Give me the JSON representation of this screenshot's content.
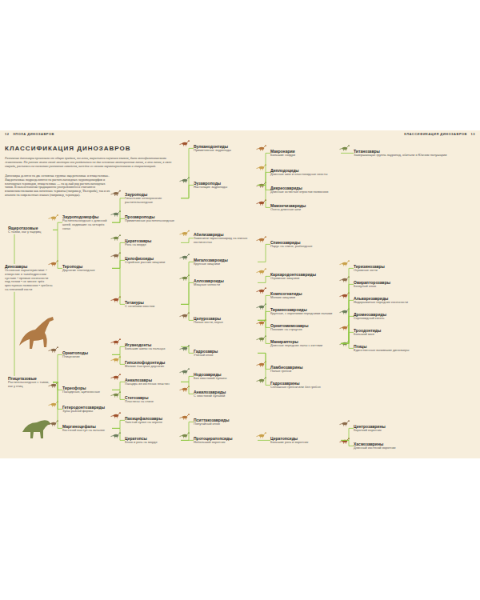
{
  "diagram": {
    "title": "КЛАССИФИКАЦИЯ ДИНОЗАВРОВ",
    "nodes": [
      {
        "text": [
          "Динозавры",
          "Основные характеристики: • отверстие в тазобедренном суставе • прямые конечности под телом • не менее трёх крестцовых позвонков • гребень на плечевой кости"
        ]
      },
      {
        "text": [
          "Ящеротазовые",
          "С тазом, как у ящериц"
        ]
      },
      {
        "text": [
          "Зауроподоморфы",
          "Растительноядные с длинной шеей, ходившие на четырёх ногах"
        ]
      },
      {
        "text": [
          "Зауроподы",
          "Гигантские четвероногие растительноядные"
        ]
      },
      {
        "text": [
          "Вулканодонтиды",
          "Примитивные зауроподы"
        ]
      },
      {
        "text": [
          "Эузавроподы",
          "Настоящие зауроподы"
        ]
      },
      {
        "text": [
          "Макронарии",
          "Большие ноздри"
        ]
      },
      {
        "text": [
          "Титанозавры",
          "Завершающая группа зауропод, обитали в Южном полушарии"
        ]
      },
      {
        "text": [
          "Диплодоциды",
          "Длинные шеи и хлыстовидные хвосты"
        ]
      },
      {
        "text": [
          "Дикреозавриды",
          "Длинные остистые отростки позвонков"
        ]
      },
      {
        "text": [
          "Мамэнчизавриды",
          "Очень длинные шеи"
        ]
      },
      {
        "text": [
          "Прозавроподы",
          "Примитивные растительноядные"
        ]
      },
      {
        "text": [
          "Тероподы",
          "Двуногие плотоядные"
        ]
      },
      {
        "text": [
          "Цератозавры",
          "Рога на морде"
        ]
      },
      {
        "text": [
          "Абелизавриды",
          "Заменили тираннозаврид на южных континентах"
        ]
      },
      {
        "text": [
          "Целофизоиды",
          "Стройные ранние хищники"
        ]
      },
      {
        "text": [
          "Тетануры",
          "С негибким хвостом"
        ]
      },
      {
        "text": [
          "Мегалозавроиды",
          "Крупные хищники"
        ]
      },
      {
        "text": [
          "Спинозавриды",
          "Парус на спине, рыбоядные"
        ]
      },
      {
        "text": [
          "Аллозавроиды",
          "Мощные челюсти"
        ]
      },
      {
        "text": [
          "Кархародонтозавриды",
          "Огромные хищники"
        ]
      },
      {
        "text": [
          "Целурозавры",
          "Полые кости, перья"
        ]
      },
      {
        "text": [
          "Компсогнатиды",
          "Мелкие хищники"
        ]
      },
      {
        "text": [
          "Тираннозавроиды",
          "Крупные, с короткими передними лапами"
        ]
      },
      {
        "text": [
          "Орнитомимозавры",
          "Похожие на страусов"
        ]
      },
      {
        "text": [
          "Манирапторы",
          "Длинные передние лапы с когтями"
        ]
      },
      {
        "text": [
          "Теризинозавры",
          "Огромные когти"
        ]
      },
      {
        "text": [
          "Овирапторозавры",
          "Беззубый клюв"
        ]
      },
      {
        "text": [
          "Альварезавриды",
          "Недоразвитые передние конечности"
        ]
      },
      {
        "text": [
          "Дромеозавриды",
          "Серповидный коготь"
        ]
      },
      {
        "text": [
          "Троодонтиды",
          "Большой мозг"
        ]
      },
      {
        "text": [
          "Птицы",
          "Единственные выжившие динозавры"
        ]
      },
      {
        "text": [
          "Птицетазовые",
          "Растительноядные с тазом, как у птиц"
        ]
      },
      {
        "text": [
          "Орнитоподы",
          "Птиценогие"
        ]
      },
      {
        "text": [
          "Игуанодонты",
          "Большие шипы на пальцах"
        ]
      },
      {
        "text": [
          "Гадрозавры",
          "Утиный клюв"
        ]
      },
      {
        "text": [
          "Ламбеозаврины",
          "Полые гребни"
        ]
      },
      {
        "text": [
          "Гадрозаврины",
          "Сплошные гребни или без гребня"
        ]
      },
      {
        "text": [
          "Гипсилофодонтиды",
          "Мелкие быстрые двуногие"
        ]
      },
      {
        "text": [
          "Тиреофоры",
          "Панцирные, щитоносные"
        ]
      },
      {
        "text": [
          "Анкилозавры",
          "Панцирь из костяных пластин"
        ]
      },
      {
        "text": [
          "Нодозавриды",
          "Без хвостовой булавы"
        ]
      },
      {
        "text": [
          "Анкилозавриды",
          "С хвостовой булавой"
        ]
      },
      {
        "text": [
          "Стегозавры",
          "Пластины на спине"
        ]
      },
      {
        "text": [
          "Гетеродонтозавриды",
          "Зубы разной формы"
        ]
      },
      {
        "text": [
          "Маргиноцефалы",
          "Костяной выступ на затылке"
        ]
      },
      {
        "text": [
          "Пахицефалозавры",
          "Толстый купол на черепе"
        ]
      },
      {
        "text": [
          "Цератопсы",
          "Клюв и рога на морде"
        ]
      },
      {
        "text": [
          "Пситтакозавриды",
          "Попугайный клюв"
        ]
      },
      {
        "text": [
          "Протоцератопсиды",
          "Небольшой воротник"
        ]
      },
      {
        "text": [
          "Цератопсиды",
          "Большие рога и воротник"
        ]
      },
      {
        "text": [
          "Центрозаврины",
          "Короткий воротник"
        ]
      },
      {
        "text": [
          "Хасмозаврины",
          "Длинный костяной воротник"
        ]
      }
    ],
    "edges": [
      {
        "from": 0,
        "to": 1,
        "arrow": "none"
      },
      {
        "from": 0,
        "to": 32,
        "arrow": "none"
      },
      {
        "from": 1,
        "to": 2,
        "arrow": "none"
      },
      {
        "from": 1,
        "to": 12,
        "arrow": "none"
      },
      {
        "from": 2,
        "to": 3,
        "arrow": "none"
      },
      {
        "from": 2,
        "to": 11,
        "arrow": "none"
      },
      {
        "from": 3,
        "to": 4,
        "arrow": "none"
      },
      {
        "from": 3,
        "to": 5,
        "arrow": "none"
      },
      {
        "from": 5,
        "to": 6,
        "arrow": "none"
      },
      {
        "from": 5,
        "to": 8,
        "arrow": "none"
      },
      {
        "from": 5,
        "to": 9,
        "arrow": "none"
      },
      {
        "from": 5,
        "to": 10,
        "arrow": "none"
      },
      {
        "from": 6,
        "to": 7,
        "arrow": "none"
      },
      {
        "from": 12,
        "to": 13,
        "arrow": "none"
      },
      {
        "from": 12,
        "to": 15,
        "arrow": "none"
      },
      {
        "from": 12,
        "to": 16,
        "arrow": "none"
      },
      {
        "from": 13,
        "to": 14,
        "arrow": "none"
      },
      {
        "from": 16,
        "to": 17,
        "arrow": "none"
      },
      {
        "from": 16,
        "to": 19,
        "arrow": "none"
      },
      {
        "from": 16,
        "to": 21,
        "arrow": "none"
      },
      {
        "from": 17,
        "to": 18,
        "arrow": "none"
      },
      {
        "from": 19,
        "to": 20,
        "arrow": "none"
      },
      {
        "from": 21,
        "to": 22,
        "arrow": "none"
      },
      {
        "from": 21,
        "to": 23,
        "arrow": "none"
      },
      {
        "from": 21,
        "to": 24,
        "arrow": "none"
      },
      {
        "from": 21,
        "to": 25,
        "arrow": "none"
      },
      {
        "from": 25,
        "to": 26,
        "arrow": "none"
      },
      {
        "from": 25,
        "to": 27,
        "arrow": "none"
      },
      {
        "from": 25,
        "to": 28,
        "arrow": "none"
      },
      {
        "from": 25,
        "to": 29,
        "arrow": "none"
      },
      {
        "from": 25,
        "to": 30,
        "arrow": "none"
      },
      {
        "from": 25,
        "to": 31,
        "arrow": "none"
      },
      {
        "from": 32,
        "to": 33,
        "arrow": "none"
      },
      {
        "from": 32,
        "to": 39,
        "arrow": "none"
      },
      {
        "from": 32,
        "to": 44,
        "arrow": "none"
      },
      {
        "from": 32,
        "to": 45,
        "arrow": "none"
      },
      {
        "from": 33,
        "to": 34,
        "arrow": "none"
      },
      {
        "from": 33,
        "to": 38,
        "arrow": "none"
      },
      {
        "from": 34,
        "to": 35,
        "arrow": "none"
      },
      {
        "from": 35,
        "to": 36,
        "arrow": "none"
      },
      {
        "from": 35,
        "to": 37,
        "arrow": "none"
      },
      {
        "from": 39,
        "to": 40,
        "arrow": "none"
      },
      {
        "from": 39,
        "to": 43,
        "arrow": "none"
      },
      {
        "from": 40,
        "to": 41,
        "arrow": "none"
      },
      {
        "from": 40,
        "to": 42,
        "arrow": "none"
      },
      {
        "from": 45,
        "to": 46,
        "arrow": "none"
      },
      {
        "from": 45,
        "to": 47,
        "arrow": "none"
      },
      {
        "from": 47,
        "to": 48,
        "arrow": "none"
      },
      {
        "from": 47,
        "to": 49,
        "arrow": "none"
      },
      {
        "from": 49,
        "to": 50,
        "arrow": "none"
      },
      {
        "from": 50,
        "to": 51,
        "arrow": "none"
      },
      {
        "from": 50,
        "to": 52,
        "arrow": "none"
      }
    ],
    "labels": [
      "12",
      "ЭПОХА ДИНОЗАВРОВ",
      "КЛАССИФИКАЦИЯ ДИНОЗАВРОВ",
      "13",
      "Различные динозавры произошли от общих предков, то есть, выражаясь научным языком, были монофилетическими животными. На раннем этапе своей эволюции они разделились на две основные эволюционные линии, а эти линии, в свою очередь, распались на несколько различных семейств, каждое со своими характеристиками и специализацией.",
      "Динозавры делятся на две основные группы: ящеротазовые и птицетазовые. Ящеротазовые подразделяются на растительноядных зауроподоморфов и плотоядных тероподов, птицетазовые — на целый ряд растительноядных типов. В палеонтологии традиционно употребляются и считаются взаимозаменяемыми как латинские термины (например, Theropoda), так и их аналоги на современных языках (например, тероподы)."
    ]
  }
}
